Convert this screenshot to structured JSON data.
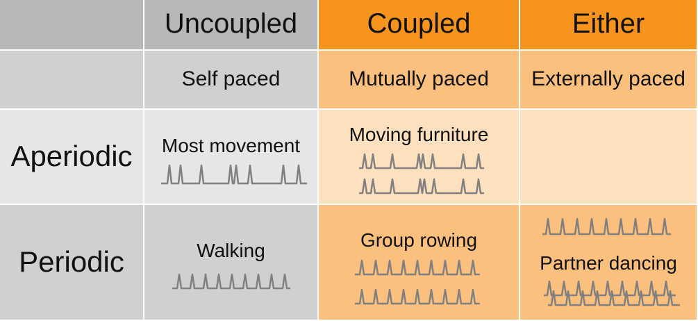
{
  "columns": {
    "uncoupled": "Uncoupled",
    "coupled": "Coupled",
    "either": "Either"
  },
  "pacing": {
    "self": "Self paced",
    "mutual": "Mutually paced",
    "external": "Externally paced"
  },
  "rows": {
    "aperiodic": "Aperiodic",
    "periodic": "Periodic"
  },
  "cells": {
    "aperiodic_uncoupled": "Most movement",
    "aperiodic_coupled": "Moving furniture",
    "periodic_uncoupled": "Walking",
    "periodic_coupled": "Group rowing",
    "periodic_either": "Partner dancing"
  },
  "colors": {
    "grey_dark": "#b8b8b8",
    "grey_mid": "#d0d0d0",
    "grey_light": "#e6e6e6",
    "orange_head": "#f7941d",
    "orange_mid": "#fbc07d",
    "orange_light": "#fde0bd",
    "pulse": "#808080"
  }
}
